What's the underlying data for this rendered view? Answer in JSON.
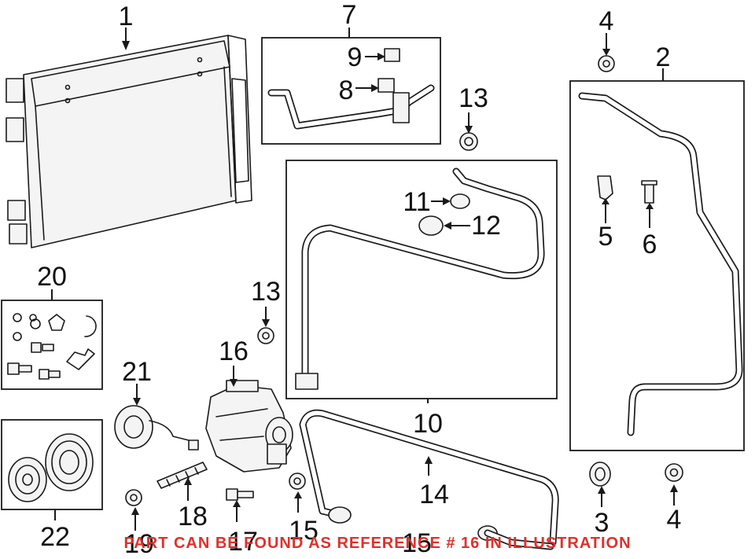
{
  "colors": {
    "line": "#1a1a1a",
    "note": "#e0302b",
    "background": "#ffffff"
  },
  "callouts": [
    {
      "id": "c1",
      "text": "1"
    },
    {
      "id": "c2",
      "text": "2"
    },
    {
      "id": "c3",
      "text": "3"
    },
    {
      "id": "c4a",
      "text": "4"
    },
    {
      "id": "c4b",
      "text": "4"
    },
    {
      "id": "c5",
      "text": "5"
    },
    {
      "id": "c6",
      "text": "6"
    },
    {
      "id": "c7",
      "text": "7"
    },
    {
      "id": "c8",
      "text": "8"
    },
    {
      "id": "c9",
      "text": "9"
    },
    {
      "id": "c10",
      "text": "10"
    },
    {
      "id": "c11",
      "text": "11"
    },
    {
      "id": "c12",
      "text": "12"
    },
    {
      "id": "c13a",
      "text": "13"
    },
    {
      "id": "c13b",
      "text": "13"
    },
    {
      "id": "c14",
      "text": "14"
    },
    {
      "id": "c15a",
      "text": "15"
    },
    {
      "id": "c15b",
      "text": "15"
    },
    {
      "id": "c16",
      "text": "16"
    },
    {
      "id": "c17",
      "text": "17"
    },
    {
      "id": "c18",
      "text": "18"
    },
    {
      "id": "c19",
      "text": "19"
    },
    {
      "id": "c20",
      "text": "20"
    },
    {
      "id": "c21",
      "text": "21"
    },
    {
      "id": "c22",
      "text": "22"
    }
  ],
  "footer_note": "PART CAN BE FOUND AS REFERENCE # 16 IN ILLUSTRATION"
}
